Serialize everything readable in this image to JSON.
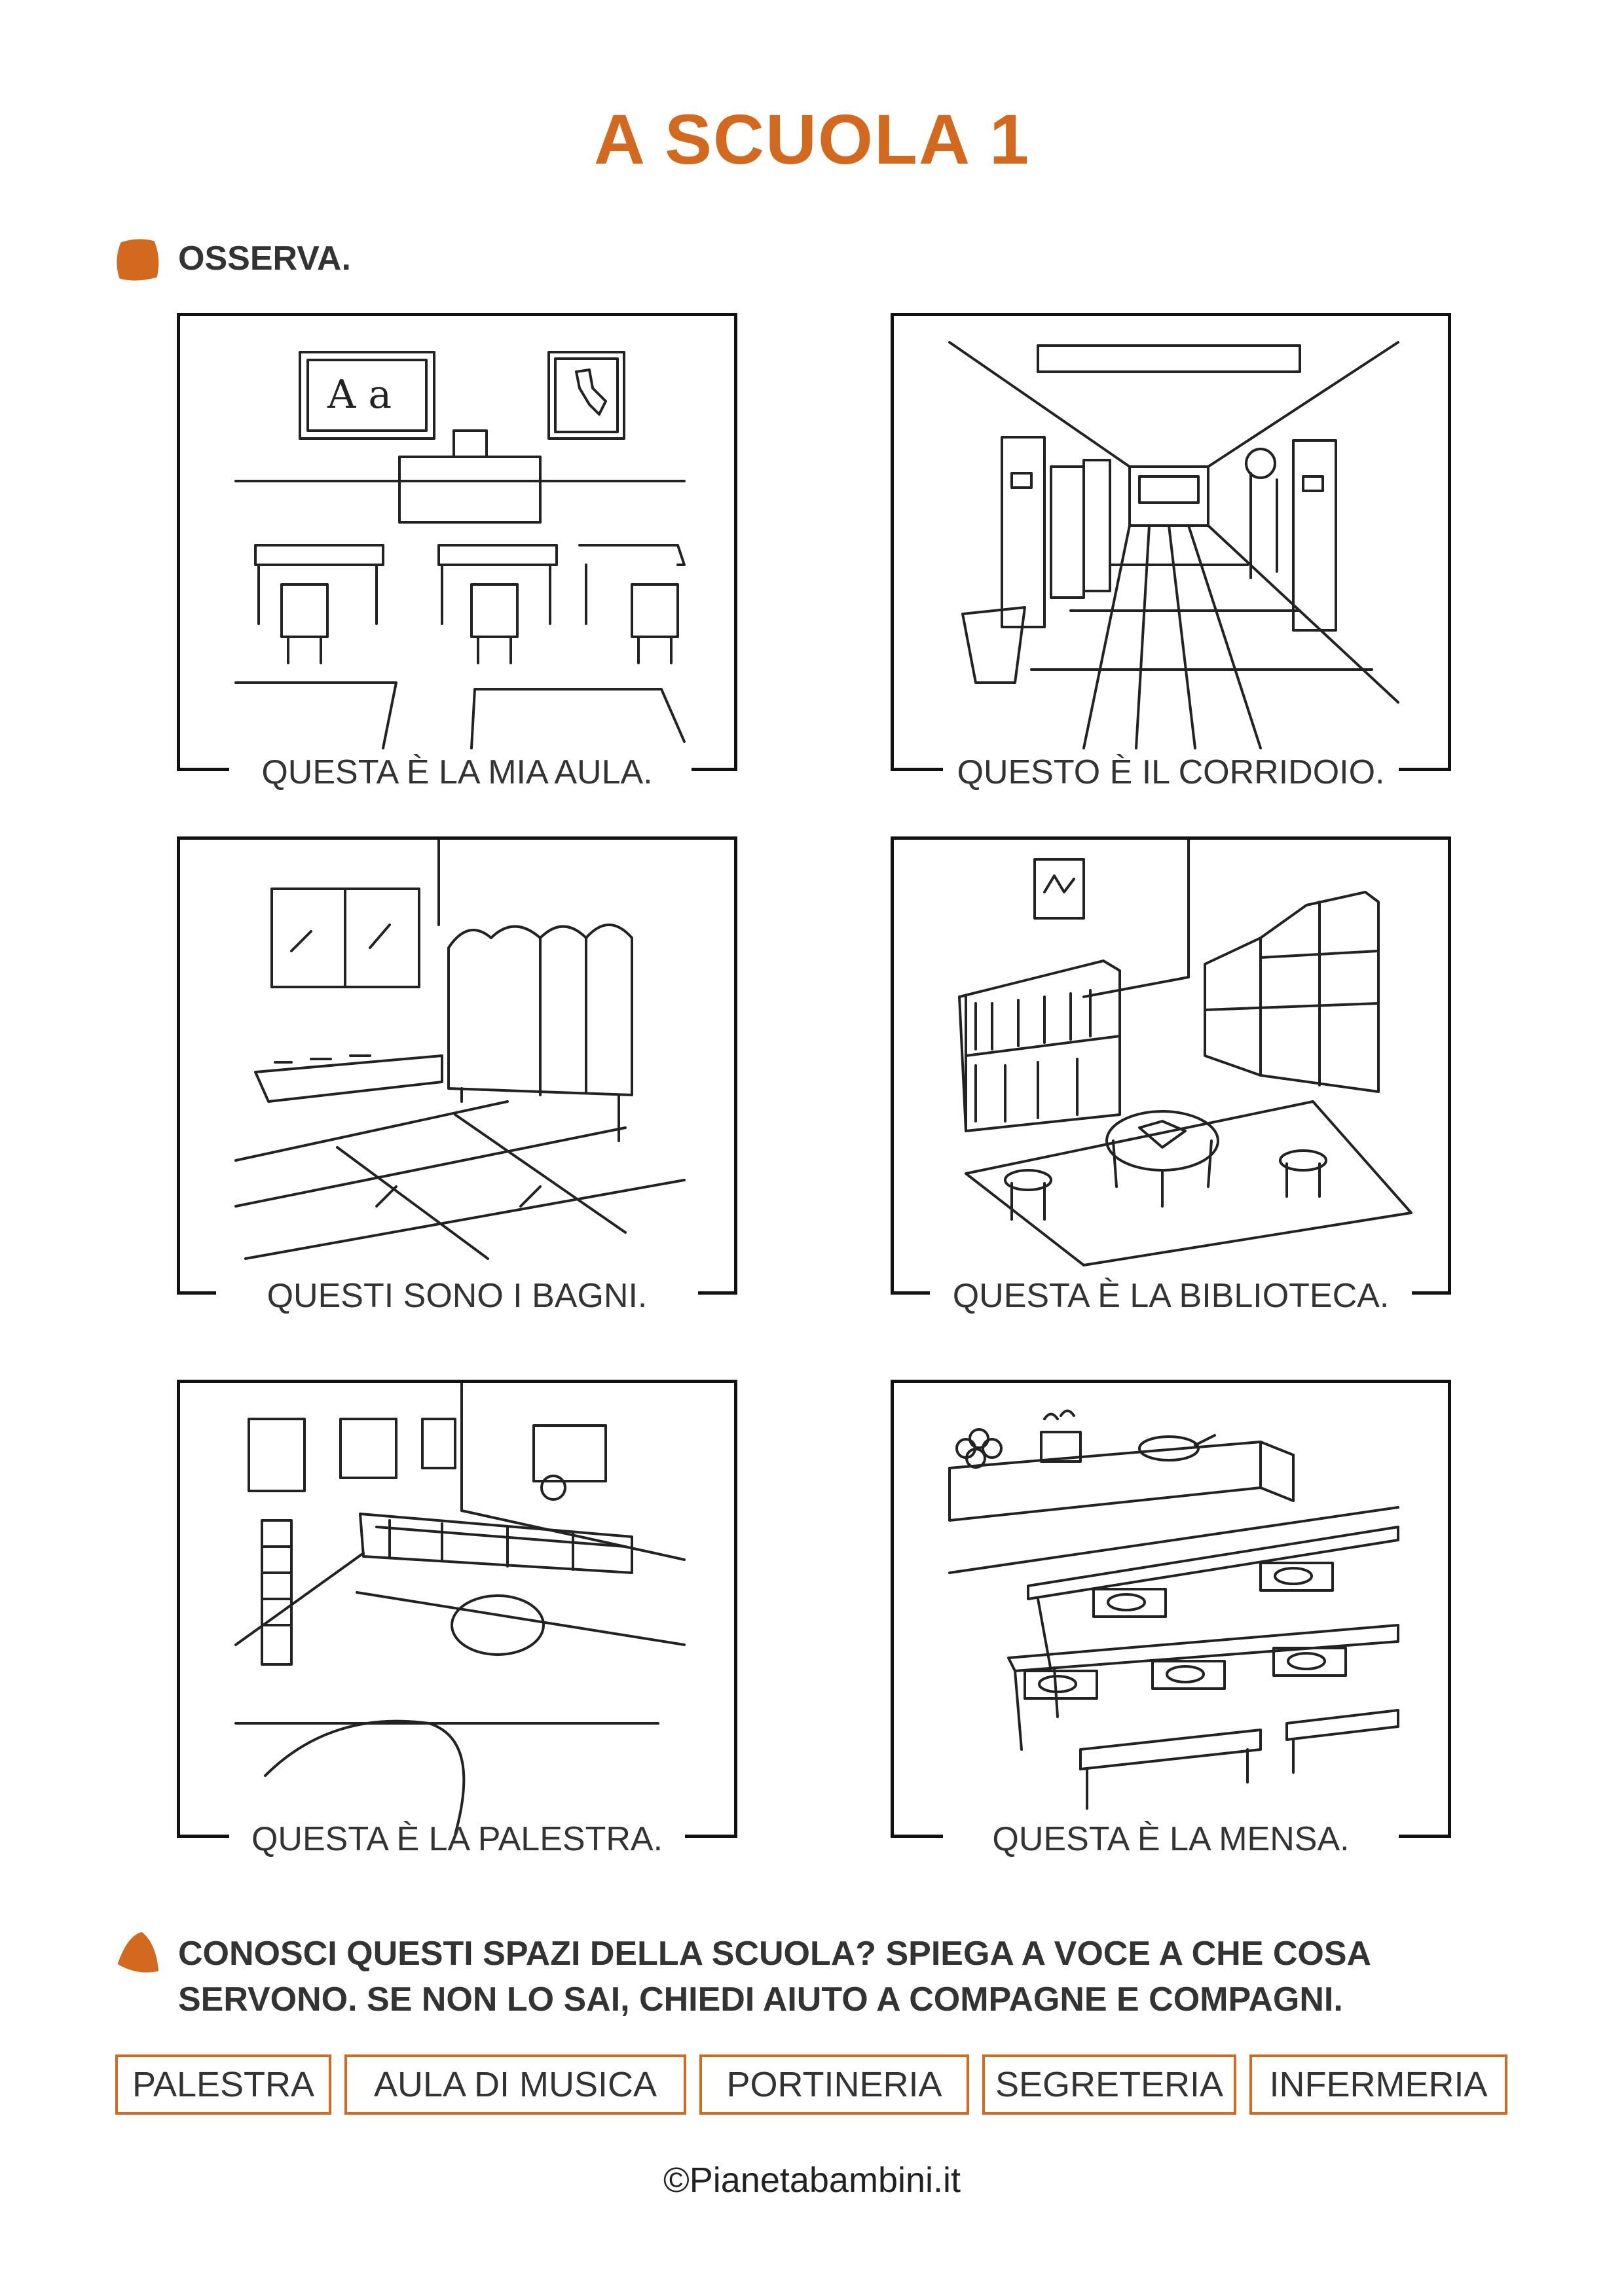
{
  "page": {
    "title": "A SCUOLA 1",
    "accent_color": "#d2691e"
  },
  "section1": {
    "instruction": "OSSERVA.",
    "icon": "orange-blob-icon"
  },
  "panels": [
    {
      "caption": "QUESTA È LA MIA AULA.",
      "scene": "classroom"
    },
    {
      "caption": "QUESTO È IL CORRIDOIO.",
      "scene": "corridor"
    },
    {
      "caption": "QUESTI SONO I BAGNI.",
      "scene": "bathroom"
    },
    {
      "caption": "QUESTA È LA BIBLIOTECA.",
      "scene": "library"
    },
    {
      "caption": "QUESTA È LA PALESTRA.",
      "scene": "gym"
    },
    {
      "caption": "QUESTA È LA MENSA.",
      "scene": "canteen"
    }
  ],
  "section2": {
    "instruction_line1": "CONOSCI QUESTI SPAZI DELLA SCUOLA? SPIEGA A VOCE A CHE COSA",
    "instruction_line2": "SERVONO. SE NON LO SAI, CHIEDI AIUTO A COMPAGNE E COMPAGNI.",
    "icon": "orange-blob-icon"
  },
  "words": [
    "PALESTRA",
    "AULA DI MUSICA",
    "PORTINERIA",
    "SEGRETERIA",
    "INFERMERIA"
  ],
  "footer": "©Pianetabambini.it"
}
